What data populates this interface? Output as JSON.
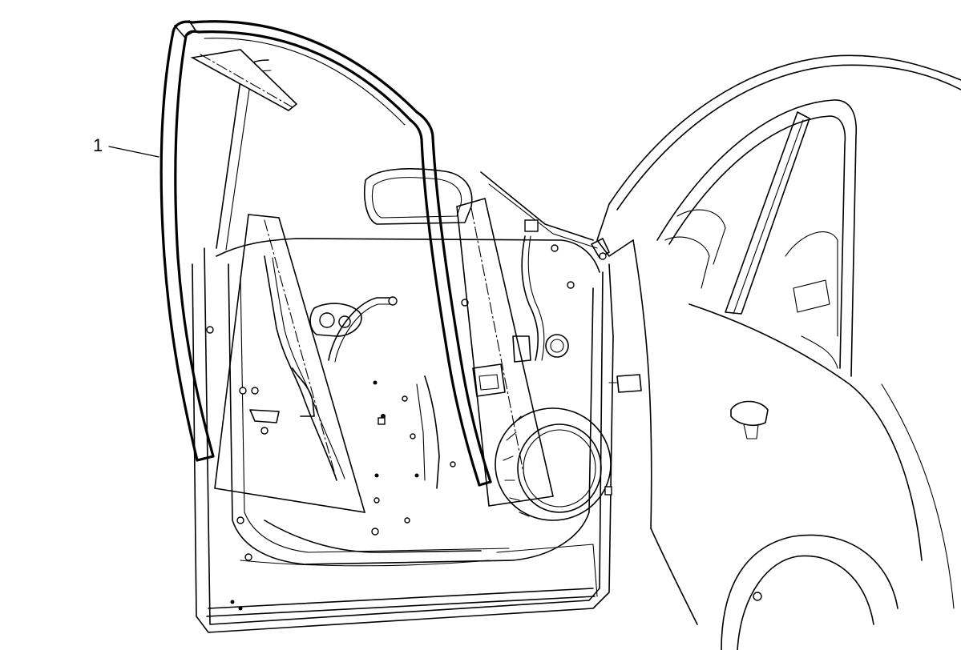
{
  "callouts": [
    {
      "id": "1",
      "label": "1",
      "target": "door-weatherstrip"
    }
  ]
}
